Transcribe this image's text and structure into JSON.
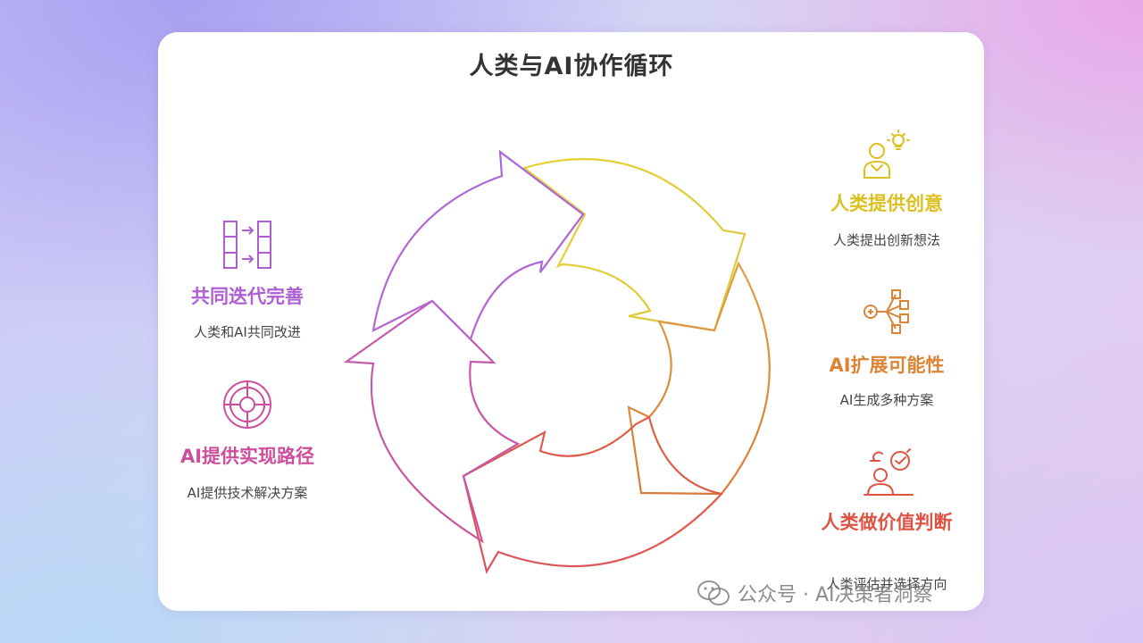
{
  "title": "人类与AI协作循环",
  "colors": {
    "yellow": "#e2cf3e",
    "orange": "#dc8a3c",
    "red": "#de5a4b",
    "magenta": "#c8569f",
    "purple": "#b06ad6"
  },
  "steps": [
    {
      "icon": "person-lightbulb-icon",
      "title": "人类提供创意",
      "desc": "人类提出创新想法",
      "color": "#dcc01f"
    },
    {
      "icon": "network-expand-icon",
      "title": "AI扩展可能性",
      "desc": "AI生成多种方案",
      "color": "#dc8435"
    },
    {
      "icon": "person-judgement-icon",
      "title": "人类做价值判断",
      "desc": "人类评估并选择方向",
      "color": "#dd5445"
    },
    {
      "icon": "target-path-icon",
      "title": "AI提供实现路径",
      "desc": "AI提供技术解决方案",
      "color": "#cc4f9c"
    },
    {
      "icon": "iteration-grid-icon",
      "title": "共同迭代完善",
      "desc": "人类和AI共同改进",
      "color": "#ae5ed3"
    }
  ],
  "watermark": "公众号 · AI决策者洞察"
}
